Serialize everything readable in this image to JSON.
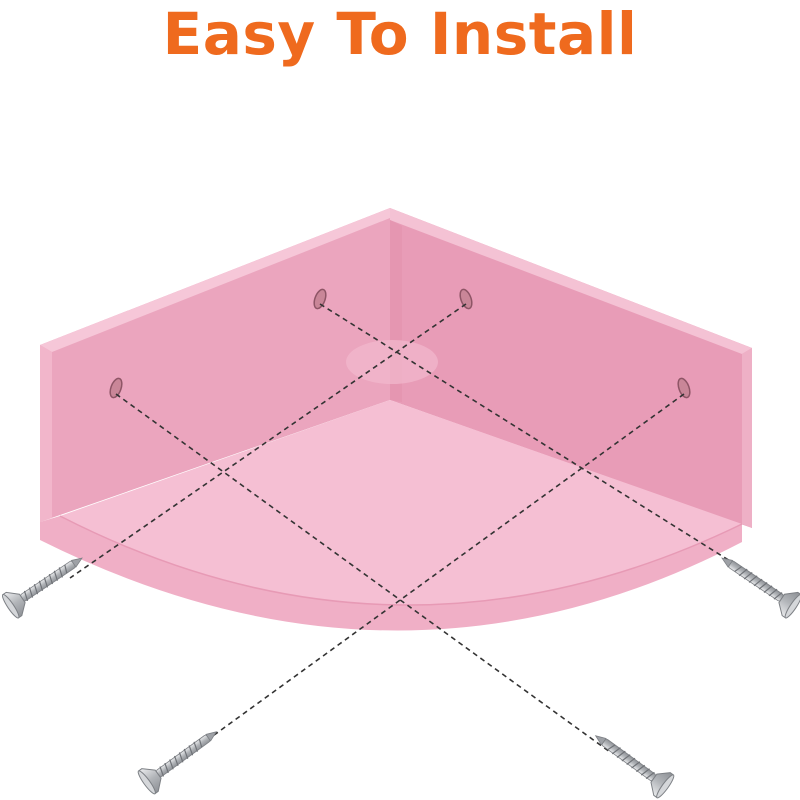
{
  "header": {
    "title": "Easy To Install"
  },
  "illustration": {
    "subject": "pink-corner-shelf",
    "screw_count": 4,
    "mounting_hole_count": 4
  },
  "colors": {
    "title": "#EF6A1E",
    "shelf_light": "#F3BCD2",
    "shelf_mid": "#EBA5BE",
    "shelf_dark": "#E498B3",
    "screw": "#B9BCC0",
    "dashed_line": "#333333"
  }
}
